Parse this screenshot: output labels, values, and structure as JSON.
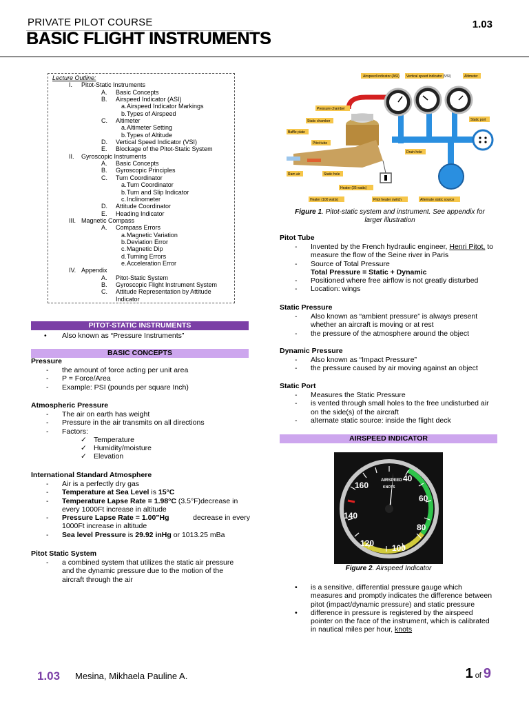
{
  "header": {
    "course": "PRIVATE PILOT COURSE",
    "title": "BASIC FLIGHT INSTRUMENTS",
    "code": "1.03"
  },
  "outline": {
    "heading": "Lecture Outline:",
    "items": [
      {
        "n": "I.",
        "t": "Pitot-Static Instruments",
        "lvl": 1
      },
      {
        "n": "A.",
        "t": "Basic Concepts",
        "lvl": 2
      },
      {
        "n": "B.",
        "t": "Airspeed Indicator (ASI)",
        "lvl": 2
      },
      {
        "n": "a.",
        "t": "Airspeed Indicator Markings",
        "lvl": 3
      },
      {
        "n": "b.",
        "t": "Types of Airspeed",
        "lvl": 3
      },
      {
        "n": "C.",
        "t": "Altimeter",
        "lvl": 2
      },
      {
        "n": "a.",
        "t": "Altimeter Setting",
        "lvl": 3
      },
      {
        "n": "b.",
        "t": "Types of Altitude",
        "lvl": 3
      },
      {
        "n": "D.",
        "t": "Vertical Speed Indicator (VSI)",
        "lvl": 2
      },
      {
        "n": "E.",
        "t": "Blockage of the Pitot-Static System",
        "lvl": 2
      },
      {
        "n": "II.",
        "t": "Gyroscopic Instruments",
        "lvl": 1
      },
      {
        "n": "A.",
        "t": "Basic Concepts",
        "lvl": 2
      },
      {
        "n": "B.",
        "t": "Gyroscopic Principles",
        "lvl": 2
      },
      {
        "n": "C.",
        "t": "Turn Coordinator",
        "lvl": 2
      },
      {
        "n": "a.",
        "t": "Turn Coordinator",
        "lvl": 3
      },
      {
        "n": "b.",
        "t": "Turn and Slip Indicator",
        "lvl": 3
      },
      {
        "n": "c.",
        "t": "Inclinometer",
        "lvl": 3
      },
      {
        "n": "D.",
        "t": "Attitude Coordinator",
        "lvl": 2
      },
      {
        "n": "E.",
        "t": "Heading Indicator",
        "lvl": 2
      },
      {
        "n": "III.",
        "t": "Magnetic Compass",
        "lvl": 1
      },
      {
        "n": "A.",
        "t": "Compass Errors",
        "lvl": 2
      },
      {
        "n": "a.",
        "t": "Magnetic Variation",
        "lvl": 3
      },
      {
        "n": "b.",
        "t": "Deviation Error",
        "lvl": 3
      },
      {
        "n": "c.",
        "t": "Magnetic Dip",
        "lvl": 3
      },
      {
        "n": "d.",
        "t": "Turning Errors",
        "lvl": 3
      },
      {
        "n": "e.",
        "t": "Acceleration Error",
        "lvl": 3
      },
      {
        "n": "IV.",
        "t": "Appendix",
        "lvl": 1
      },
      {
        "n": "A.",
        "t": "Pitot-Static System",
        "lvl": 2
      },
      {
        "n": "B.",
        "t": "Gyroscopic Flight Instrument System",
        "lvl": 2
      },
      {
        "n": "C.",
        "t": "Attitude Representation by Attitude",
        "lvl": 2
      },
      {
        "n": "",
        "t": "Indicator",
        "lvl": 2
      }
    ]
  },
  "left": {
    "pitot_static_header": "PITOT-STATIC INSTRUMENTS",
    "also_known": "Also known as “Pressure Instruments”",
    "basic_concepts_header": "BASIC CONCEPTS",
    "pressure_title": "Pressure",
    "pressure_items": [
      "the amount of force acting per unit area",
      "P = Force/Area",
      "Example: PSI (pounds per square Inch)"
    ],
    "atm_title": "Atmospheric Pressure",
    "atm_items": [
      "The air on earth has weight",
      "Pressure in the air transmits on all directions",
      "Factors:"
    ],
    "factors": [
      "Temperature",
      "Humidity/moisture",
      "Elevation"
    ],
    "isa_title": "International Standard Atmosphere",
    "isa_1": "Air is a perfectly dry gas",
    "isa_2_b": "Temperature at Sea Level",
    "isa_2_m": " is ",
    "isa_2_v": "15°C",
    "isa_3_b": "Temperature Lapse Rate = 1.98°C",
    "isa_3_r1": " (3.5°F)decrease in",
    "isa_3_r2": "every 1000Ft increase in altitude",
    "isa_4_b": "Pressure Lapse Rate = 1.00”Hg",
    "isa_4_r1": " decrease in every",
    "isa_4_r2": "1000Ft increase in altitude",
    "isa_5_b": "Sea level Pressure",
    "isa_5_m": " is ",
    "isa_5_v": "29.92 inHg",
    "isa_5_r": " or 1013.25 mBa",
    "pss_title": "Pitot Static System",
    "pss_lines": [
      "a combined system that utilizes the static air pressure",
      "and the dynamic pressure due to the motion of the",
      "aircraft through the air"
    ]
  },
  "figure1": {
    "labels": [
      "Airspeed indicator (ASI)",
      "Vertical speed indicator (VSI)",
      "Altimeter",
      "Pressure chamber",
      "Static chamber",
      "Baffle plate",
      "Pitot tube",
      "Static port",
      "Drain hole",
      "Ram air",
      "Static hole",
      "Heater (35 watts)",
      "Heater (100 watts)",
      "Pitot heater switch",
      "Alternate static source"
    ],
    "cap_bold": "Figure 1",
    "cap_rest": ". Pitot-static system and instrument. See appendix for",
    "cap_line2": "larger illustration"
  },
  "right": {
    "pitot_tube_title": "Pitot Tube",
    "pt_1a": "Invented by the French hydraulic engineer, ",
    "pt_1link": "Henri Pitot,",
    "pt_1b": " to",
    "pt_1c": "measure the flow of the Seine river in Paris",
    "pt_2": "Source of Total Pressure",
    "pt_3": "Total Pressure = Static + Dynamic",
    "pt_4": "Positioned where free airflow is not greatly disturbed",
    "pt_5": "Location: wings",
    "static_title": "Static Pressure",
    "sp_1a": "Also known as “ambient pressure” is always present",
    "sp_1b": "whether an aircraft is moving or at rest",
    "sp_2": "the pressure of the atmosphere around the object",
    "dynamic_title": "Dynamic Pressure",
    "dp_1": "Also known as “Impact Pressure”",
    "dp_2": "the pressure caused by air moving against an object",
    "port_title": "Static Port",
    "port_1": "Measures the Static Pressure",
    "port_2a": "is vented through small holes to the free undisturbed air",
    "port_2b": "on the side(s) of the aircraft",
    "port_3": "alternate static source: inside the flight deck",
    "asi_header": "AIRSPEED INDICATOR",
    "asi_dial_label": "AIRSPEED",
    "asi_knots": "KNOTS",
    "asi_ticks": [
      "40",
      "60",
      "80",
      "100",
      "120",
      "140",
      "160"
    ],
    "fig2_bold": "Figure 2",
    "fig2_rest": ". Airspeed Indicator",
    "asi_b1": [
      "is a sensitive, differential pressure gauge which",
      "measures and promptly indicates the difference between",
      "pitot (impact/dynamic pressure) and static pressure"
    ],
    "asi_b2a": "difference in pressure is registered by the airspeed",
    "asi_b2b": "pointer on the face of the instrument, which is calibrated",
    "asi_b2c": "in nautical miles per hour, ",
    "asi_b2link": "knots"
  },
  "footer": {
    "code": "1.03",
    "name": "Mesina, Mikhaela Pauline A.",
    "page": "1",
    "of": "of",
    "total": "9"
  }
}
